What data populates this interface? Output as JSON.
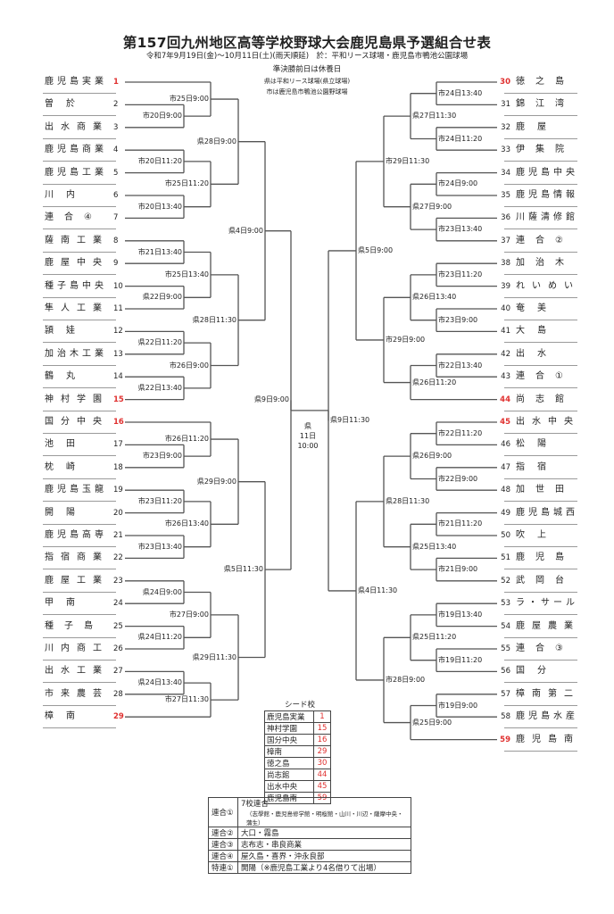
{
  "header": {
    "title": "第157回九州地区高等学校野球大会鹿児島県予選組合せ表",
    "subtitle": "令和7年9月19日(金)～10月11日(土)(雨天順延)　於：平和リース球場・鹿児島市鴨池公園球場",
    "rest_day": "準決勝前日は休養日",
    "venue_prefecture": "県は平和リース球場(県立球場)",
    "venue_city": "市は鹿児島市鴨池公園野球場"
  },
  "teams_left": [
    {
      "num": "1",
      "name": "鹿児島実業",
      "seed": true
    },
    {
      "num": "2",
      "name": "曽於",
      "seed": false
    },
    {
      "num": "3",
      "name": "出水商業",
      "seed": false
    },
    {
      "num": "4",
      "name": "鹿児島商業",
      "seed": false
    },
    {
      "num": "5",
      "name": "鹿児島工業",
      "seed": false
    },
    {
      "num": "6",
      "name": "川内",
      "seed": false
    },
    {
      "num": "7",
      "name": "連合④",
      "seed": false
    },
    {
      "num": "8",
      "name": "薩南工業",
      "seed": false
    },
    {
      "num": "9",
      "name": "鹿屋中央",
      "seed": false
    },
    {
      "num": "10",
      "name": "種子島中央",
      "seed": false
    },
    {
      "num": "11",
      "name": "隼人工業",
      "seed": false
    },
    {
      "num": "12",
      "name": "頴娃",
      "seed": false
    },
    {
      "num": "13",
      "name": "加治木工業",
      "seed": false
    },
    {
      "num": "14",
      "name": "鶴丸",
      "seed": false
    },
    {
      "num": "15",
      "name": "神村学園",
      "seed": true
    },
    {
      "num": "16",
      "name": "国分中央",
      "seed": true
    },
    {
      "num": "17",
      "name": "池田",
      "seed": false
    },
    {
      "num": "18",
      "name": "枕崎",
      "seed": false
    },
    {
      "num": "19",
      "name": "鹿児島玉龍",
      "seed": false
    },
    {
      "num": "20",
      "name": "開陽",
      "seed": false
    },
    {
      "num": "21",
      "name": "鹿児島高専",
      "seed": false
    },
    {
      "num": "22",
      "name": "指宿商業",
      "seed": false
    },
    {
      "num": "23",
      "name": "鹿屋工業",
      "seed": false
    },
    {
      "num": "24",
      "name": "甲南",
      "seed": false
    },
    {
      "num": "25",
      "name": "種子島",
      "seed": false
    },
    {
      "num": "26",
      "name": "川内商工",
      "seed": false
    },
    {
      "num": "27",
      "name": "出水工業",
      "seed": false
    },
    {
      "num": "28",
      "name": "市来農芸",
      "seed": false
    },
    {
      "num": "29",
      "name": "樟南",
      "seed": true
    }
  ],
  "teams_right": [
    {
      "num": "30",
      "name": "徳之島",
      "seed": true
    },
    {
      "num": "31",
      "name": "錦江湾",
      "seed": false
    },
    {
      "num": "32",
      "name": "鹿屋",
      "seed": false
    },
    {
      "num": "33",
      "name": "伊集院",
      "seed": false
    },
    {
      "num": "34",
      "name": "鹿児島中央",
      "seed": false
    },
    {
      "num": "35",
      "name": "鹿児島情報",
      "seed": false
    },
    {
      "num": "36",
      "name": "川薩清修館",
      "seed": false
    },
    {
      "num": "37",
      "name": "連合②",
      "seed": false
    },
    {
      "num": "38",
      "name": "加治木",
      "seed": false
    },
    {
      "num": "39",
      "name": "れいめい",
      "seed": false
    },
    {
      "num": "40",
      "name": "奄美",
      "seed": false
    },
    {
      "num": "41",
      "name": "大島",
      "seed": false
    },
    {
      "num": "42",
      "name": "出水",
      "seed": false
    },
    {
      "num": "43",
      "name": "連合①",
      "seed": false
    },
    {
      "num": "44",
      "name": "尚志館",
      "seed": true
    },
    {
      "num": "45",
      "name": "出水中央",
      "seed": true
    },
    {
      "num": "46",
      "name": "松陽",
      "seed": false
    },
    {
      "num": "47",
      "name": "指宿",
      "seed": false
    },
    {
      "num": "48",
      "name": "加世田",
      "seed": false
    },
    {
      "num": "49",
      "name": "鹿児島城西",
      "seed": false
    },
    {
      "num": "50",
      "name": "吹上",
      "seed": false
    },
    {
      "num": "51",
      "name": "鹿児島",
      "seed": false
    },
    {
      "num": "52",
      "name": "武岡台",
      "seed": false
    },
    {
      "num": "53",
      "name": "ラ・サール",
      "seed": false
    },
    {
      "num": "54",
      "name": "鹿屋農業",
      "seed": false
    },
    {
      "num": "55",
      "name": "連合③",
      "seed": false
    },
    {
      "num": "56",
      "name": "国分",
      "seed": false
    },
    {
      "num": "57",
      "name": "樟南第二",
      "seed": false
    },
    {
      "num": "58",
      "name": "鹿児島水産",
      "seed": false
    },
    {
      "num": "59",
      "name": "鹿児島南",
      "seed": true
    }
  ],
  "bracket_left": {
    "label": "県9日9:00",
    "c": [
      {
        "label": "県4日9:00",
        "c": [
          {
            "label": "県28日9:00",
            "c": [
              {
                "label": "市25日9:00",
                "c": [
                  0,
                  {
                    "label": "市20日9:00",
                    "c": [
                      1,
                      2
                    ]
                  }
                ]
              },
              {
                "label": "市25日11:20",
                "c": [
                  {
                    "label": "市20日11:20",
                    "c": [
                      3,
                      4
                    ]
                  },
                  {
                    "label": "市20日13:40",
                    "c": [
                      5,
                      6
                    ]
                  }
                ]
              }
            ]
          },
          {
            "label": "県28日11:30",
            "c": [
              {
                "label": "市25日13:40",
                "c": [
                  {
                    "label": "市21日13:40",
                    "c": [
                      7,
                      8
                    ]
                  },
                  {
                    "label": "県22日9:00",
                    "c": [
                      9,
                      10
                    ]
                  }
                ]
              },
              {
                "label": "市26日9:00",
                "c": [
                  {
                    "label": "県22日11:20",
                    "c": [
                      11,
                      12
                    ]
                  },
                  {
                    "label": "県22日13:40",
                    "c": [
                      13,
                      14
                    ]
                  }
                ]
              }
            ]
          }
        ]
      },
      {
        "label": "県5日11:30",
        "c": [
          {
            "label": "県29日9:00",
            "c": [
              {
                "label": "市26日11:20",
                "c": [
                  15,
                  {
                    "label": "市23日9:00",
                    "c": [
                      16,
                      17
                    ]
                  }
                ]
              },
              {
                "label": "市26日13:40",
                "c": [
                  {
                    "label": "市23日11:20",
                    "c": [
                      18,
                      19
                    ]
                  },
                  {
                    "label": "市23日13:40",
                    "c": [
                      20,
                      21
                    ]
                  }
                ]
              }
            ]
          },
          {
            "label": "県29日11:30",
            "c": [
              {
                "label": "市27日9:00",
                "c": [
                  {
                    "label": "県24日9:00",
                    "c": [
                      22,
                      23
                    ]
                  },
                  {
                    "label": "県24日11:20",
                    "c": [
                      24,
                      25
                    ]
                  }
                ]
              },
              {
                "label": "市27日11:30",
                "c": [
                  {
                    "label": "県24日13:40",
                    "c": [
                      26,
                      27
                    ]
                  },
                  28
                ]
              }
            ]
          }
        ]
      }
    ]
  },
  "bracket_right": {
    "label": "県9日11:30",
    "c": [
      {
        "label": "県5日9:00",
        "c": [
          {
            "label": "市29日11:30",
            "c": [
              {
                "label": "県27日11:30",
                "c": [
                  {
                    "label": "市24日13:40",
                    "c": [
                      0,
                      1
                    ]
                  },
                  {
                    "label": "市24日11:20",
                    "c": [
                      2,
                      3
                    ]
                  }
                ]
              },
              {
                "label": "県27日9:00",
                "c": [
                  {
                    "label": "市24日9:00",
                    "c": [
                      4,
                      5
                    ]
                  },
                  {
                    "label": "市23日13:40",
                    "c": [
                      6,
                      7
                    ]
                  }
                ]
              }
            ]
          },
          {
            "label": "市29日9:00",
            "c": [
              {
                "label": "県26日13:40",
                "c": [
                  {
                    "label": "市23日11:20",
                    "c": [
                      8,
                      9
                    ]
                  },
                  {
                    "label": "市23日9:00",
                    "c": [
                      10,
                      11
                    ]
                  }
                ]
              },
              {
                "label": "県26日11:20",
                "c": [
                  {
                    "label": "市22日13:40",
                    "c": [
                      12,
                      13
                    ]
                  },
                  14
                ]
              }
            ]
          }
        ]
      },
      {
        "label": "県4日11:30",
        "c": [
          {
            "label": "県28日11:30",
            "c": [
              {
                "label": "県26日9:00",
                "c": [
                  {
                    "label": "市22日11:20",
                    "c": [
                      15,
                      16
                    ]
                  },
                  {
                    "label": "市22日9:00",
                    "c": [
                      17,
                      18
                    ]
                  }
                ]
              },
              {
                "label": "県25日13:40",
                "c": [
                  {
                    "label": "市21日11:20",
                    "c": [
                      19,
                      20
                    ]
                  },
                  {
                    "label": "市21日9:00",
                    "c": [
                      21,
                      22
                    ]
                  }
                ]
              }
            ]
          },
          {
            "label": "市28日9:00",
            "c": [
              {
                "label": "県25日11:20",
                "c": [
                  {
                    "label": "市19日13:40",
                    "c": [
                      23,
                      24
                    ]
                  },
                  {
                    "label": "市19日11:20",
                    "c": [
                      25,
                      26
                    ]
                  }
                ]
              },
              {
                "label": "県25日9:00",
                "c": [
                  {
                    "label": "市19日9:00",
                    "c": [
                      27,
                      28
                    ]
                  },
                  29
                ]
              }
            ]
          }
        ]
      }
    ]
  },
  "final": {
    "venue": "県",
    "date": "11日",
    "time": "10:00"
  },
  "seed_table": {
    "title": "シード校",
    "rows": [
      {
        "name": "鹿児島実業",
        "num": "1"
      },
      {
        "name": "神村学園",
        "num": "15"
      },
      {
        "name": "国分中央",
        "num": "16"
      },
      {
        "name": "樟南",
        "num": "29"
      },
      {
        "name": "徳之島",
        "num": "30"
      },
      {
        "name": "尚志館",
        "num": "44"
      },
      {
        "name": "出水中央",
        "num": "45"
      },
      {
        "name": "鹿児島南",
        "num": "59"
      }
    ]
  },
  "legend": [
    {
      "key": "連合①",
      "value": "7校連合",
      "sub": "（志學館・鹿児島修学館・明桜館・山川・川辺・薩摩中央・蒲生）"
    },
    {
      "key": "連合②",
      "value": "大口・霧島"
    },
    {
      "key": "連合③",
      "value": "志布志・串良商業"
    },
    {
      "key": "連合④",
      "value": "屋久島・喜界・沖永良部"
    },
    {
      "key": "特連①",
      "value": "開陽（※鹿児島工業より4名借りて出場）"
    }
  ],
  "colors": {
    "seed": "#e0302f",
    "line": "#555555",
    "separator": "#9a9a9a"
  }
}
